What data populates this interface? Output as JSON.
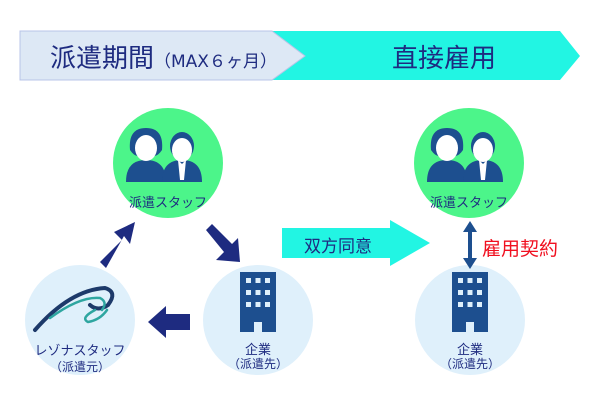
{
  "banner": {
    "dispatch_period": "派遣期間",
    "dispatch_max": "（MAX６ヶ月）",
    "direct_hire": "直接雇用"
  },
  "left_cycle": {
    "staff_label": "派遣スタッフ",
    "agency_label": "レゾナスタッフ",
    "agency_sub": "（派遣元）",
    "company_label": "企業",
    "company_sub": "（派遣先）"
  },
  "transition": {
    "label": "双方同意"
  },
  "right_side": {
    "staff_label": "派遣スタッフ",
    "contract_label": "雇用契約",
    "company_label": "企業",
    "company_sub": "（派遣先）"
  },
  "colors": {
    "navy": "#1e2b80",
    "green": "#4cf58a",
    "cyan": "#22f5e3",
    "light_blue": "#dff0fb",
    "red": "#f01020"
  }
}
